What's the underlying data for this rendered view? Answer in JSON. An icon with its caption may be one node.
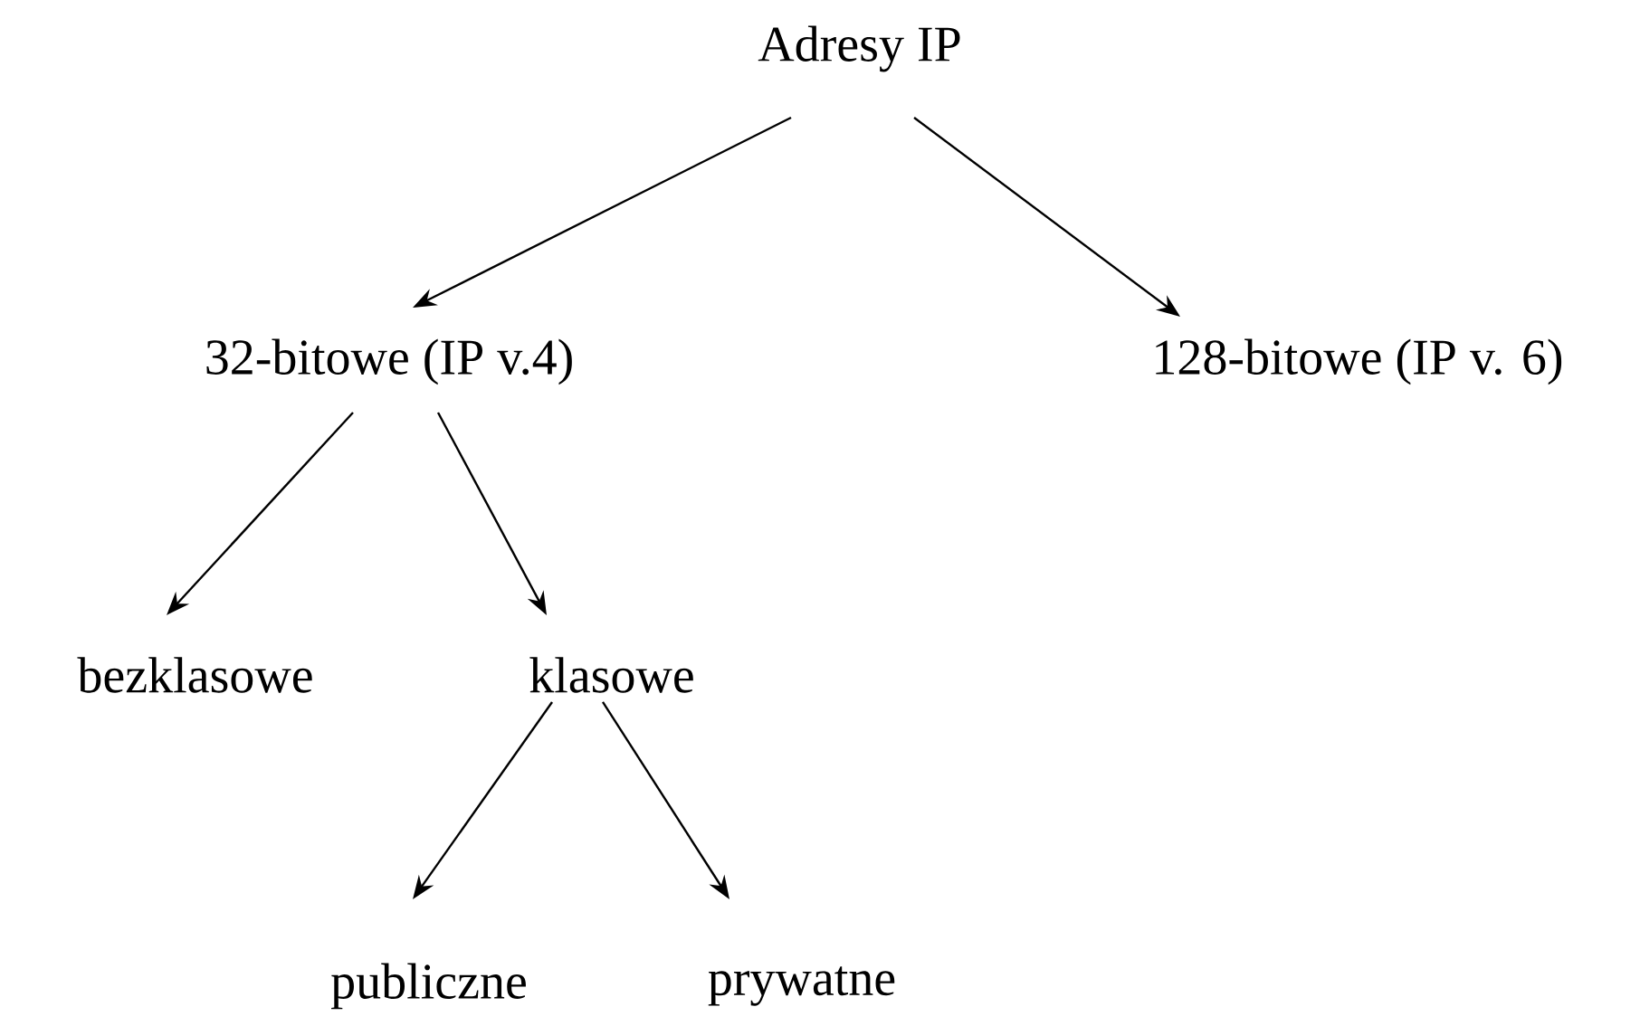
{
  "diagram": {
    "nodes": [
      {
        "text": [
          "Adresy IP"
        ]
      },
      {
        "text": [
          "32-bitowe (IP v.4)"
        ]
      },
      {
        "text": [
          "128-bitowe (IP v. 6)"
        ]
      },
      {
        "text": [
          "bezklasowe"
        ]
      },
      {
        "text": [
          "klasowe"
        ]
      },
      {
        "text": [
          "publiczne"
        ]
      },
      {
        "text": [
          "prywatne"
        ]
      }
    ],
    "edges": [
      {
        "from": 0,
        "to": 1,
        "arrow": "to"
      },
      {
        "from": 0,
        "to": 2,
        "arrow": "to"
      },
      {
        "from": 1,
        "to": 3,
        "arrow": "to"
      },
      {
        "from": 1,
        "to": 4,
        "arrow": "to"
      },
      {
        "from": 4,
        "to": 5,
        "arrow": "to"
      },
      {
        "from": 4,
        "to": 6,
        "arrow": "to"
      }
    ]
  }
}
